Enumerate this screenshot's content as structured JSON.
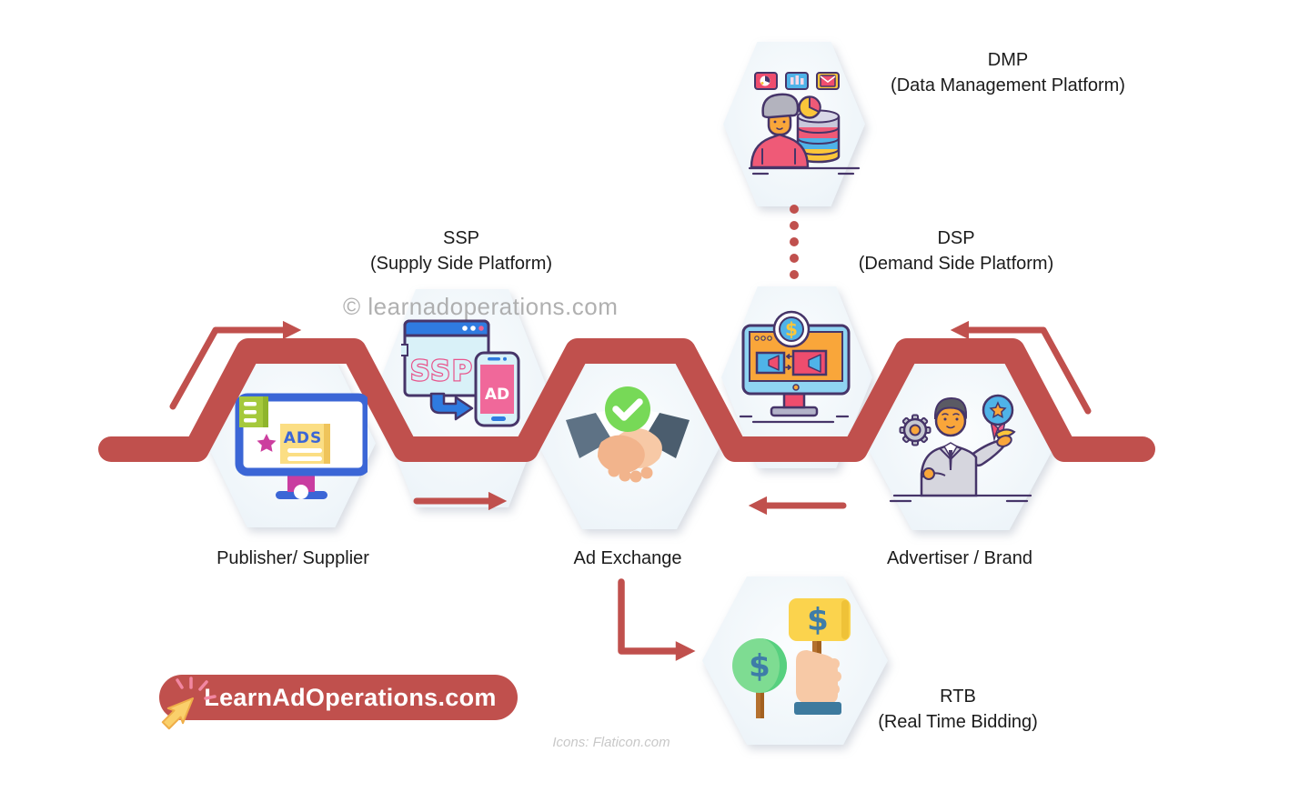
{
  "nodes": {
    "dmp": {
      "abbr": "DMP",
      "full": "(Data Management Platform)",
      "icon": "analyst-with-database-icon"
    },
    "ssp": {
      "abbr": "SSP",
      "full": "(Supply Side Platform)",
      "icon": "ssp-browser-to-phone-ad-icon"
    },
    "dsp": {
      "abbr": "DSP",
      "full": "(Demand Side Platform)",
      "icon": "dollar-ad-monitor-icon"
    },
    "rtb": {
      "abbr": "RTB",
      "full": "(Real Time Bidding)",
      "icon": "money-tree-auction-paddle-icon"
    },
    "publisher": {
      "label": "Publisher/ Supplier",
      "icon": "ads-on-monitor-icon"
    },
    "ad_exchange": {
      "label": "Ad Exchange",
      "icon": "handshake-approved-icon"
    },
    "advertiser": {
      "label": "Advertiser / Brand",
      "icon": "businessman-gear-award-icon"
    }
  },
  "icon_texts": {
    "publisher_ads": "ADS",
    "ssp_window": "SSP",
    "ssp_phone": "AD",
    "dsp_coin": "$",
    "rtb_tree": "$",
    "rtb_paddle": "$"
  },
  "watermark": "© learnadoperations.com",
  "credit": "Icons: Flaticon.com",
  "logo": {
    "text": "LearnAdOperations.com"
  },
  "colors": {
    "accent_red": "#C0504D",
    "hexagon_fill": "#F0F6FA",
    "label_text": "#1B1B1B",
    "watermark_gray": "#A3A3A3",
    "credit_gray": "#C8C8C8",
    "logo_bg": "#C0504D",
    "logo_text": "#FFFFFF"
  }
}
